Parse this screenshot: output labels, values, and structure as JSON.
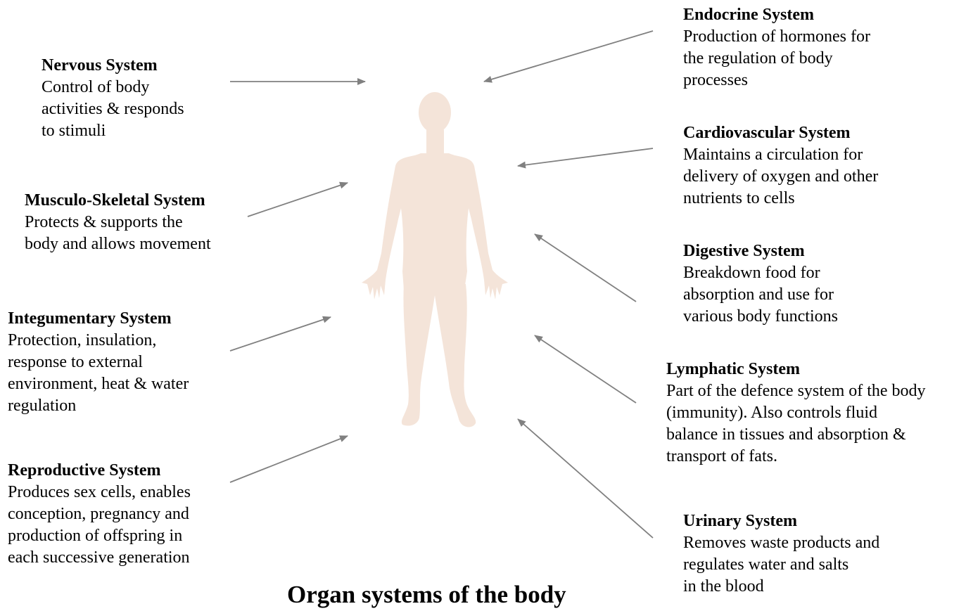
{
  "title": "Organ systems of the body",
  "colors": {
    "body_fill": "#f4e4d9",
    "arrow": "#808080",
    "text": "#000000"
  },
  "systems": [
    {
      "id": "nervous",
      "heading": "Nervous System",
      "desc": "Control of body\nactivities & responds\nto stimuli"
    },
    {
      "id": "musculo-skeletal",
      "heading": "Musculo-Skeletal System",
      "desc": "Protects & supports the\nbody and allows movement"
    },
    {
      "id": "integumentary",
      "heading": "Integumentary System",
      "desc": "Protection, insulation,\nresponse to external\nenvironment, heat & water\nregulation"
    },
    {
      "id": "reproductive",
      "heading": "Reproductive System",
      "desc": "Produces sex cells, enables\nconception, pregnancy and\nproduction of offspring in\neach successive generation"
    },
    {
      "id": "endocrine",
      "heading": "Endocrine System",
      "desc": "Production of hormones for\nthe regulation of body\nprocesses"
    },
    {
      "id": "cardiovascular",
      "heading": "Cardiovascular System",
      "desc": "Maintains a circulation for\ndelivery of oxygen and other\nnutrients to cells"
    },
    {
      "id": "digestive",
      "heading": "Digestive System",
      "desc": "Breakdown food for\nabsorption and use for\nvarious body functions"
    },
    {
      "id": "lymphatic",
      "heading": "Lymphatic System",
      "desc": "Part of the defence system of the body\n(immunity). Also controls fluid\nbalance in tissues and absorption &\ntransport of fats."
    },
    {
      "id": "urinary",
      "heading": "Urinary System",
      "desc": "Removes waste products and\nregulates water and salts\nin the blood"
    }
  ]
}
